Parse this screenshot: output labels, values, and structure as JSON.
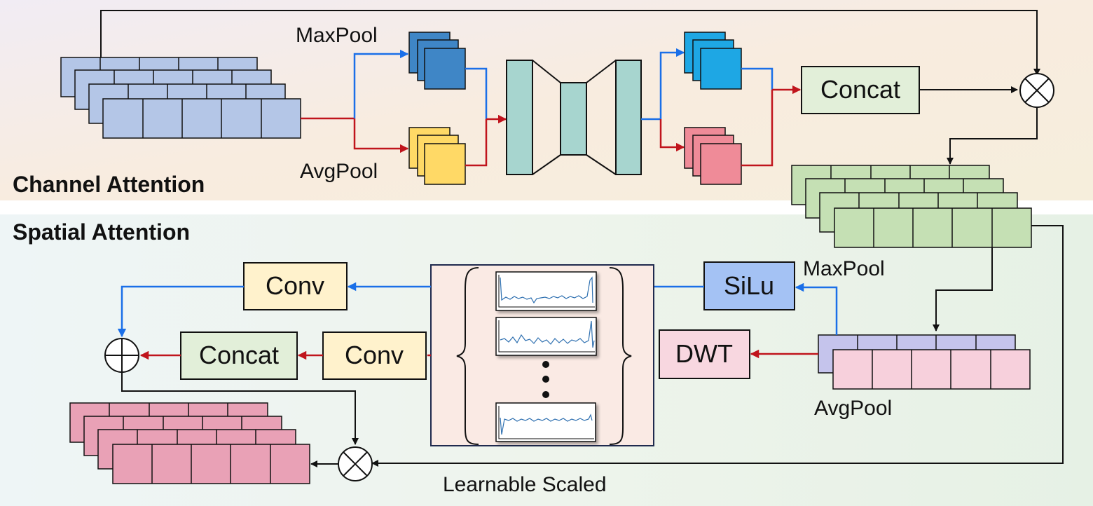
{
  "sections": {
    "channel_title": "Channel Attention",
    "spatial_title": "Spatial Attention"
  },
  "channel": {
    "maxpool_label": "MaxPool",
    "avgpool_label": "AvgPool",
    "concat_label": "Concat"
  },
  "spatial": {
    "silu_label": "SiLu",
    "dwt_label": "DWT",
    "conv_top_label": "Conv",
    "conv_bottom_label": "Conv",
    "concat_label": "Concat",
    "maxpool_label": "MaxPool",
    "avgpool_label": "AvgPool",
    "scaled_label": "Learnable Scaled"
  },
  "colors": {
    "blue_arrow": "#1a6fe8",
    "red_arrow": "#c0141c",
    "input_block": "#b4c6e7",
    "maxpool_feature": "#3f86c6",
    "avgpool_feature": "#ffd966",
    "mlp": "#a7d5cf",
    "max_out": "#1ea7e4",
    "avg_out": "#ef8b98",
    "concat_box": "#e2efd9",
    "mid_block": "#c5e0b4",
    "spatial_max": "#c5c4ec",
    "spatial_avg": "#f7d0dc",
    "silu_box": "#a4c2f4",
    "dwt_box": "#f8d7e0",
    "conv_box": "#fff2cc",
    "output_block": "#e9a1b6"
  },
  "icons": [
    "multiply-icon",
    "multiply-icon",
    "plus-icon"
  ]
}
